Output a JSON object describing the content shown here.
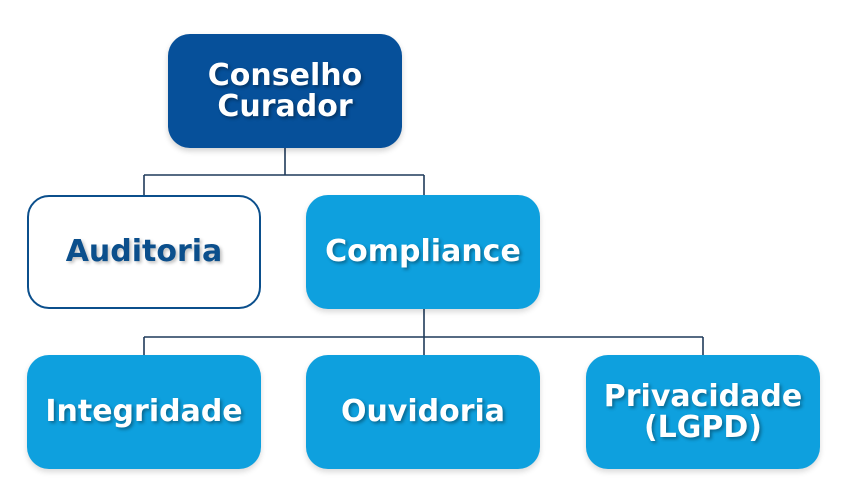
{
  "diagram": {
    "colors": {
      "dark_node": "#06509a",
      "light_node": "#0ea0de",
      "outline_node_border": "#0b4f8c",
      "connector": "#1f3a5a"
    },
    "nodes": {
      "conselho_curador": {
        "line1": "Conselho",
        "line2": "Curador"
      },
      "auditoria": {
        "label": "Auditoria"
      },
      "compliance": {
        "label": "Compliance"
      },
      "integridade": {
        "label": "Integridade"
      },
      "ouvidoria": {
        "label": "Ouvidoria"
      },
      "privacidade": {
        "line1": "Privacidade",
        "line2": "(LGPD)"
      }
    },
    "edges": [
      {
        "from": "conselho_curador",
        "to": "auditoria"
      },
      {
        "from": "conselho_curador",
        "to": "compliance"
      },
      {
        "from": "compliance",
        "to": "integridade"
      },
      {
        "from": "compliance",
        "to": "ouvidoria"
      },
      {
        "from": "compliance",
        "to": "privacidade"
      }
    ]
  }
}
